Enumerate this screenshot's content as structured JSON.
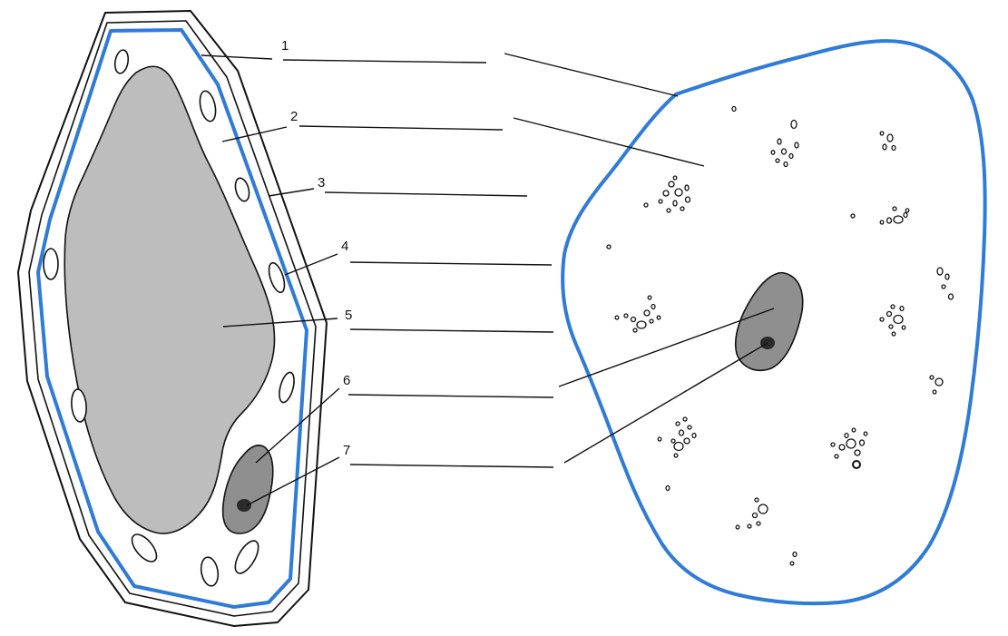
{
  "labels": [
    "1",
    "2",
    "3",
    "4",
    "5",
    "6",
    "7"
  ],
  "colors": {
    "membrane": "#2f7bd8",
    "outline": "#111111",
    "vacuole": "#bdbdbd",
    "nucleus": "#8f8f8f",
    "nucleolus": "#2a2a2a",
    "background": "#ffffff"
  }
}
